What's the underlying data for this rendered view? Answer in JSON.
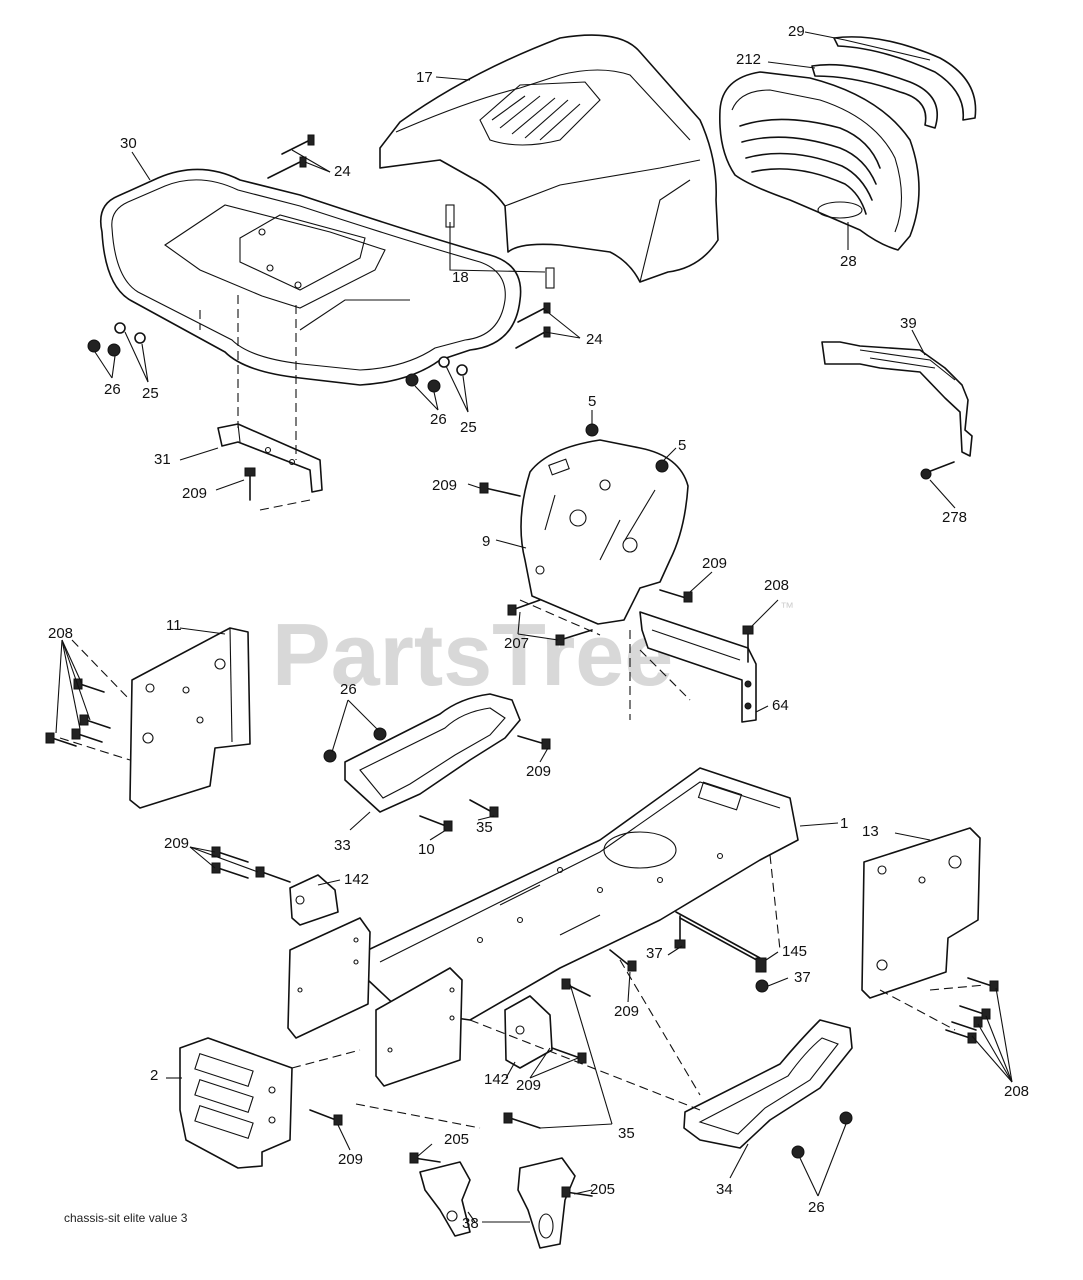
{
  "watermark": {
    "text": "PartsTree",
    "trademark": "™"
  },
  "footer": {
    "text": "chassis-sit  elite value  3"
  },
  "callouts": {
    "c29": "29",
    "c212": "212",
    "c17": "17",
    "c30": "30",
    "c24a": "24",
    "c24b": "24",
    "c18": "18",
    "c28": "28",
    "c39": "39",
    "c26a": "26",
    "c25a": "25",
    "c26b": "26",
    "c25b": "25",
    "c5a": "5",
    "c5b": "5",
    "c31": "31",
    "c209a": "209",
    "c209b": "209",
    "c278": "278",
    "c9": "9",
    "c209c": "209",
    "c208a": "208",
    "c207": "207",
    "c11": "11",
    "c208b": "208",
    "c64": "64",
    "c26c": "26",
    "c209d": "209",
    "c35a": "35",
    "c33": "33",
    "c10": "10",
    "c1": "1",
    "c13": "13",
    "c209e": "209",
    "c142a": "142",
    "c145": "145",
    "c37a": "37",
    "c37b": "37",
    "c209f": "209",
    "c2": "2",
    "c142b": "142",
    "c209g": "209",
    "c208c": "208",
    "c35b": "35",
    "c209h": "209",
    "c205a": "205",
    "c205b": "205",
    "c34": "34",
    "c26d": "26",
    "c38": "38"
  }
}
